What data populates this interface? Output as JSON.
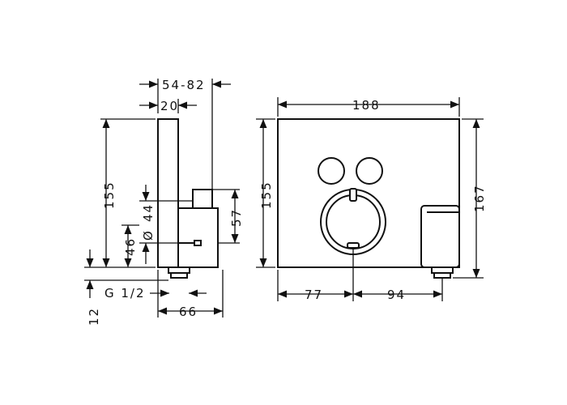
{
  "side_view": {
    "dim_54_82": "54-82",
    "dim_20": "20",
    "dim_155": "155",
    "dim_44": "44",
    "dim_phi": "Ø",
    "dim_57": "57",
    "dim_46": "46",
    "dim_g12": "G 1/2",
    "dim_12": "12",
    "dim_66": "66"
  },
  "front_view": {
    "dim_188": "188",
    "dim_155": "155",
    "dim_167": "167",
    "dim_77": "77",
    "dim_94": "94"
  }
}
